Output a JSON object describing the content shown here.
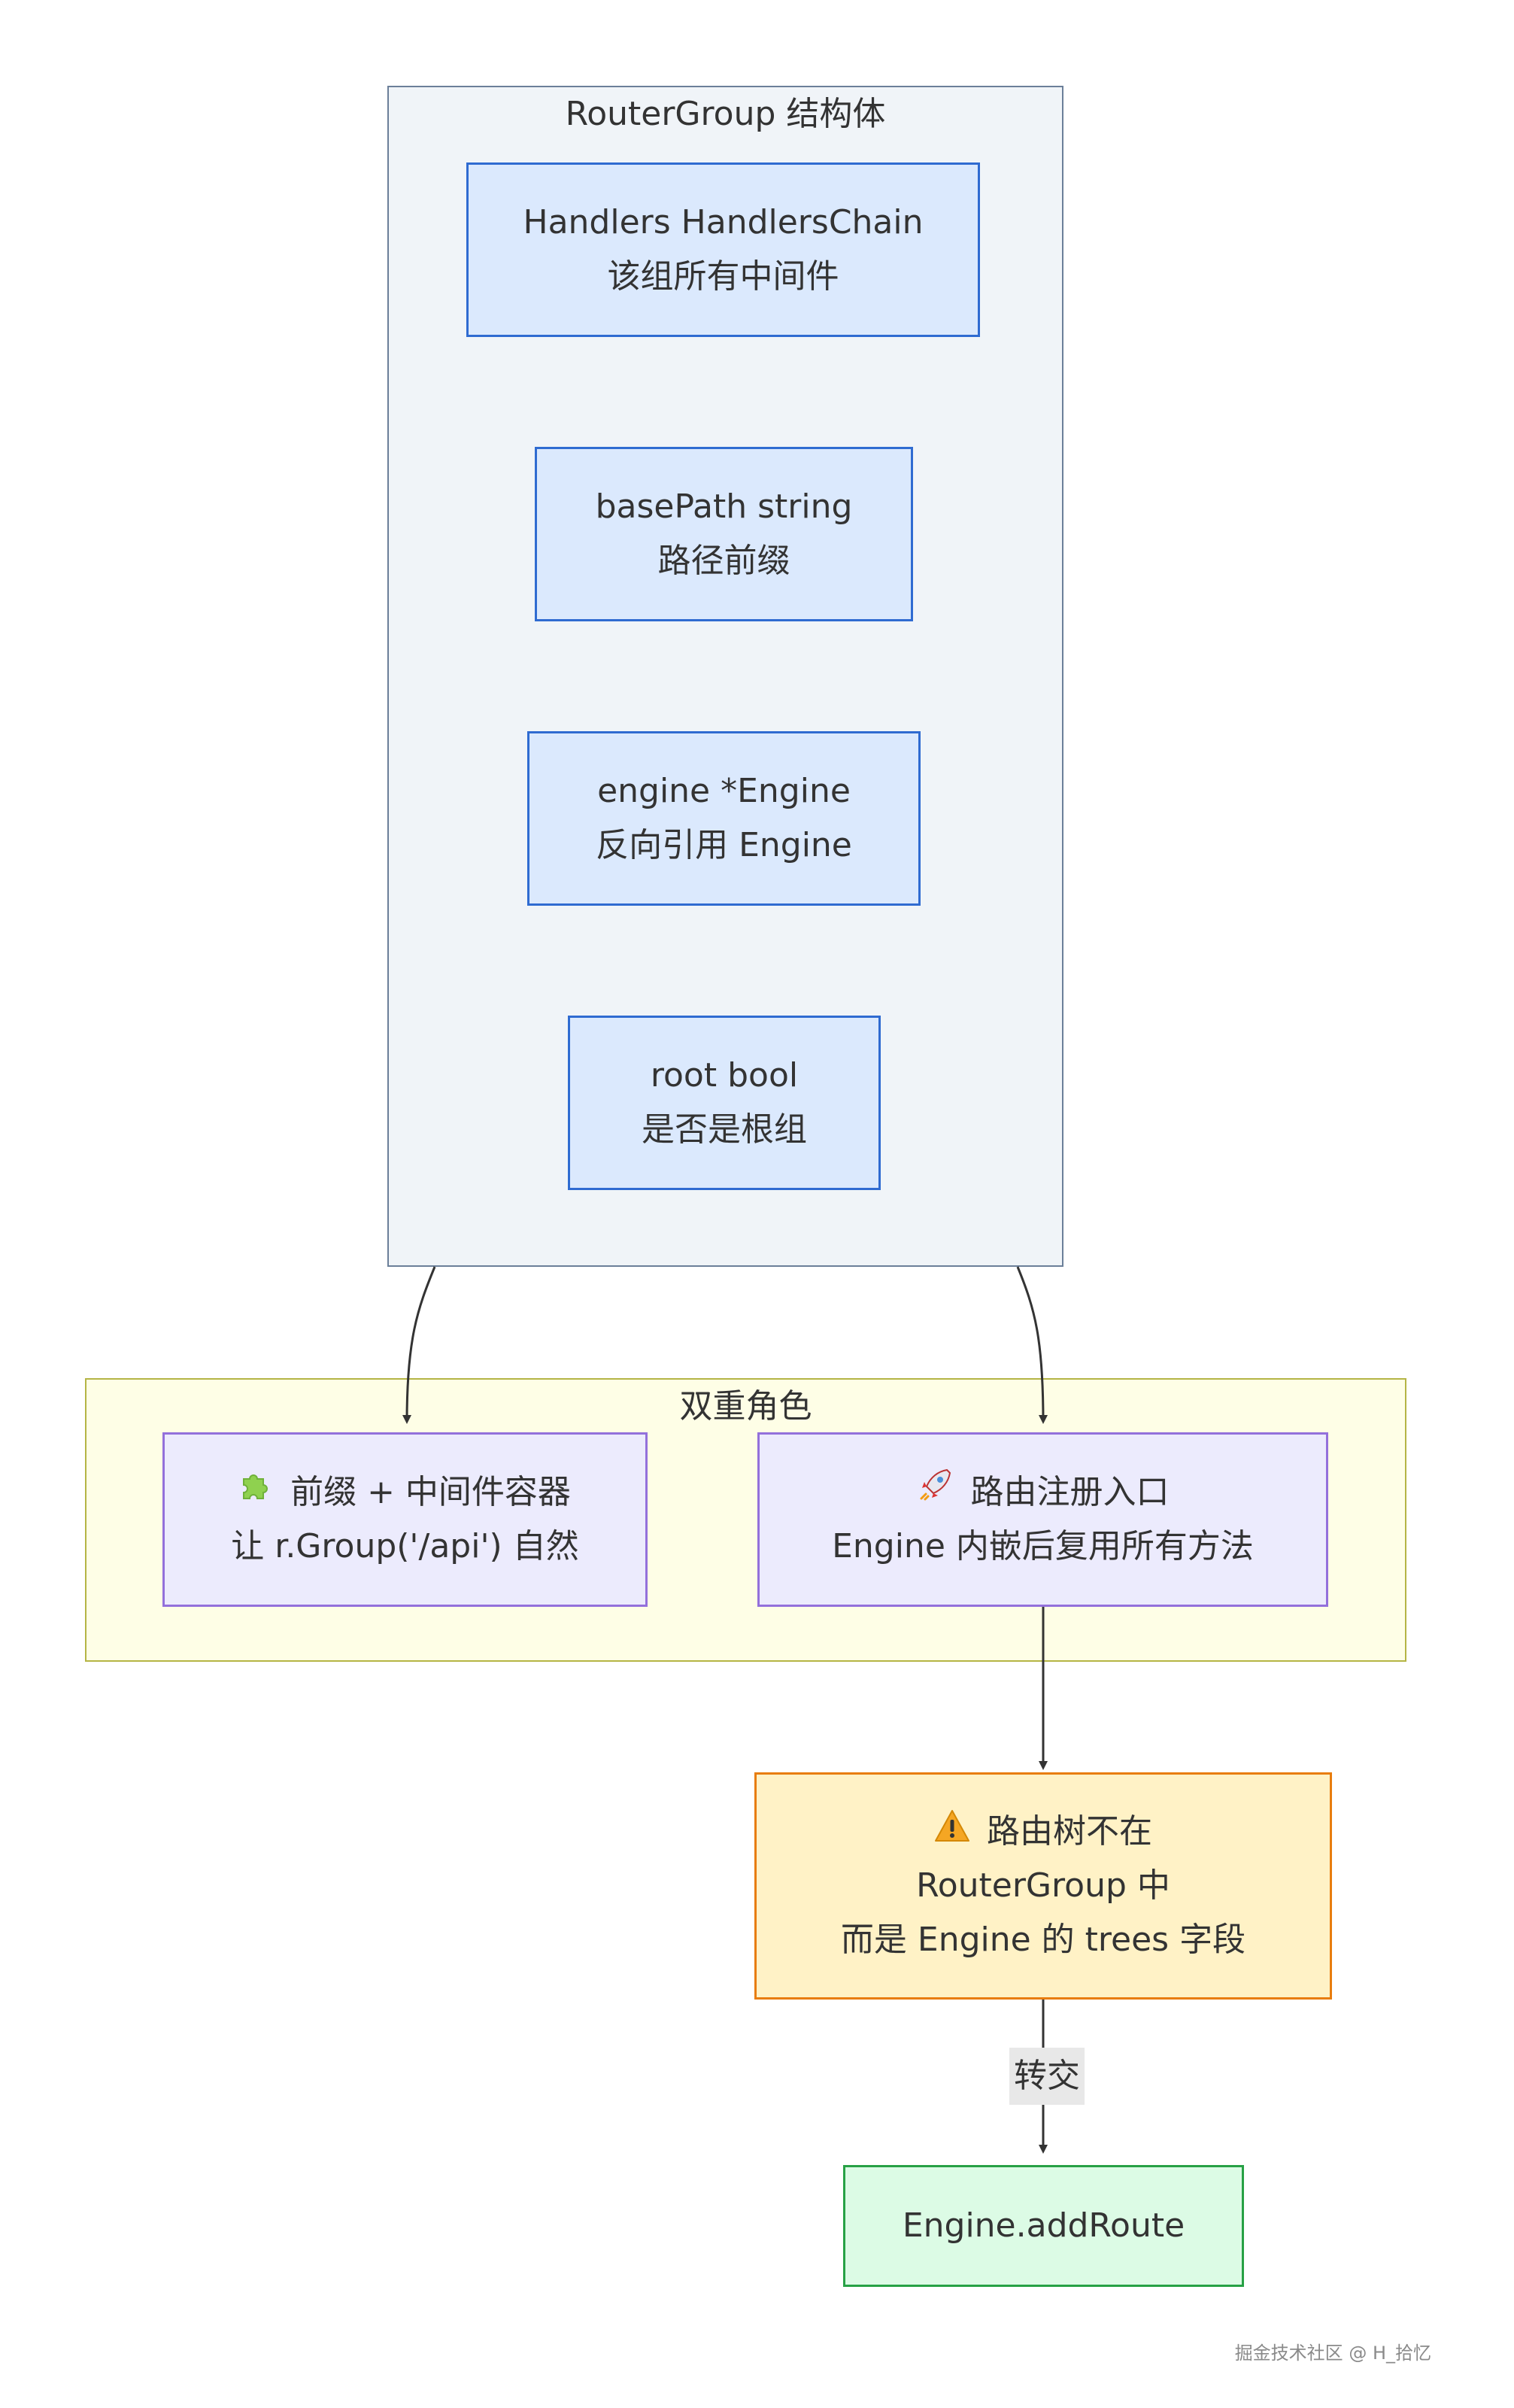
{
  "clusters": {
    "router_group": {
      "title": "RouterGroup 结构体"
    },
    "dual_role": {
      "title": "双重角色"
    }
  },
  "nodes": {
    "handlers": {
      "line1": "Handlers HandlersChain",
      "line2": "该组所有中间件"
    },
    "basepath": {
      "line1": "basePath string",
      "line2": "路径前缀"
    },
    "engine": {
      "line1": "engine *Engine",
      "line2": "反向引用 Engine"
    },
    "root": {
      "line1": "root bool",
      "line2": "是否是根组"
    },
    "prefix_container": {
      "icon": "puzzle-icon",
      "line1": "前缀 + 中间件容器",
      "line2": "让 r.Group('/api') 自然"
    },
    "route_entry": {
      "icon": "rocket-icon",
      "line1": "路由注册入口",
      "line2": "Engine 内嵌后复用所有方法"
    },
    "warning": {
      "icon": "warning-icon",
      "line1": "路由树不在",
      "line2": "RouterGroup 中",
      "line3": "而是 Engine 的 trees 字段"
    },
    "add_route": {
      "line1": "Engine.addRoute"
    }
  },
  "edges": {
    "handoff_label": "转交"
  },
  "watermark": "掘金技术社区 @ H_拾忆",
  "colors": {
    "cluster_blue_fill": "#f0f4f8",
    "cluster_blue_stroke": "#6b7f99",
    "node_blue_fill": "#dbe9fd",
    "node_blue_stroke": "#2f6bd1",
    "cluster_yellow_fill": "#fefee6",
    "cluster_yellow_stroke": "#b5b545",
    "node_purple_fill": "#ecebfd",
    "node_purple_stroke": "#9370db",
    "warning_fill": "#fff2c6",
    "warning_stroke": "#e87d0d",
    "success_fill": "#dcfbe5",
    "success_stroke": "#27a145",
    "edge": "#333333"
  }
}
